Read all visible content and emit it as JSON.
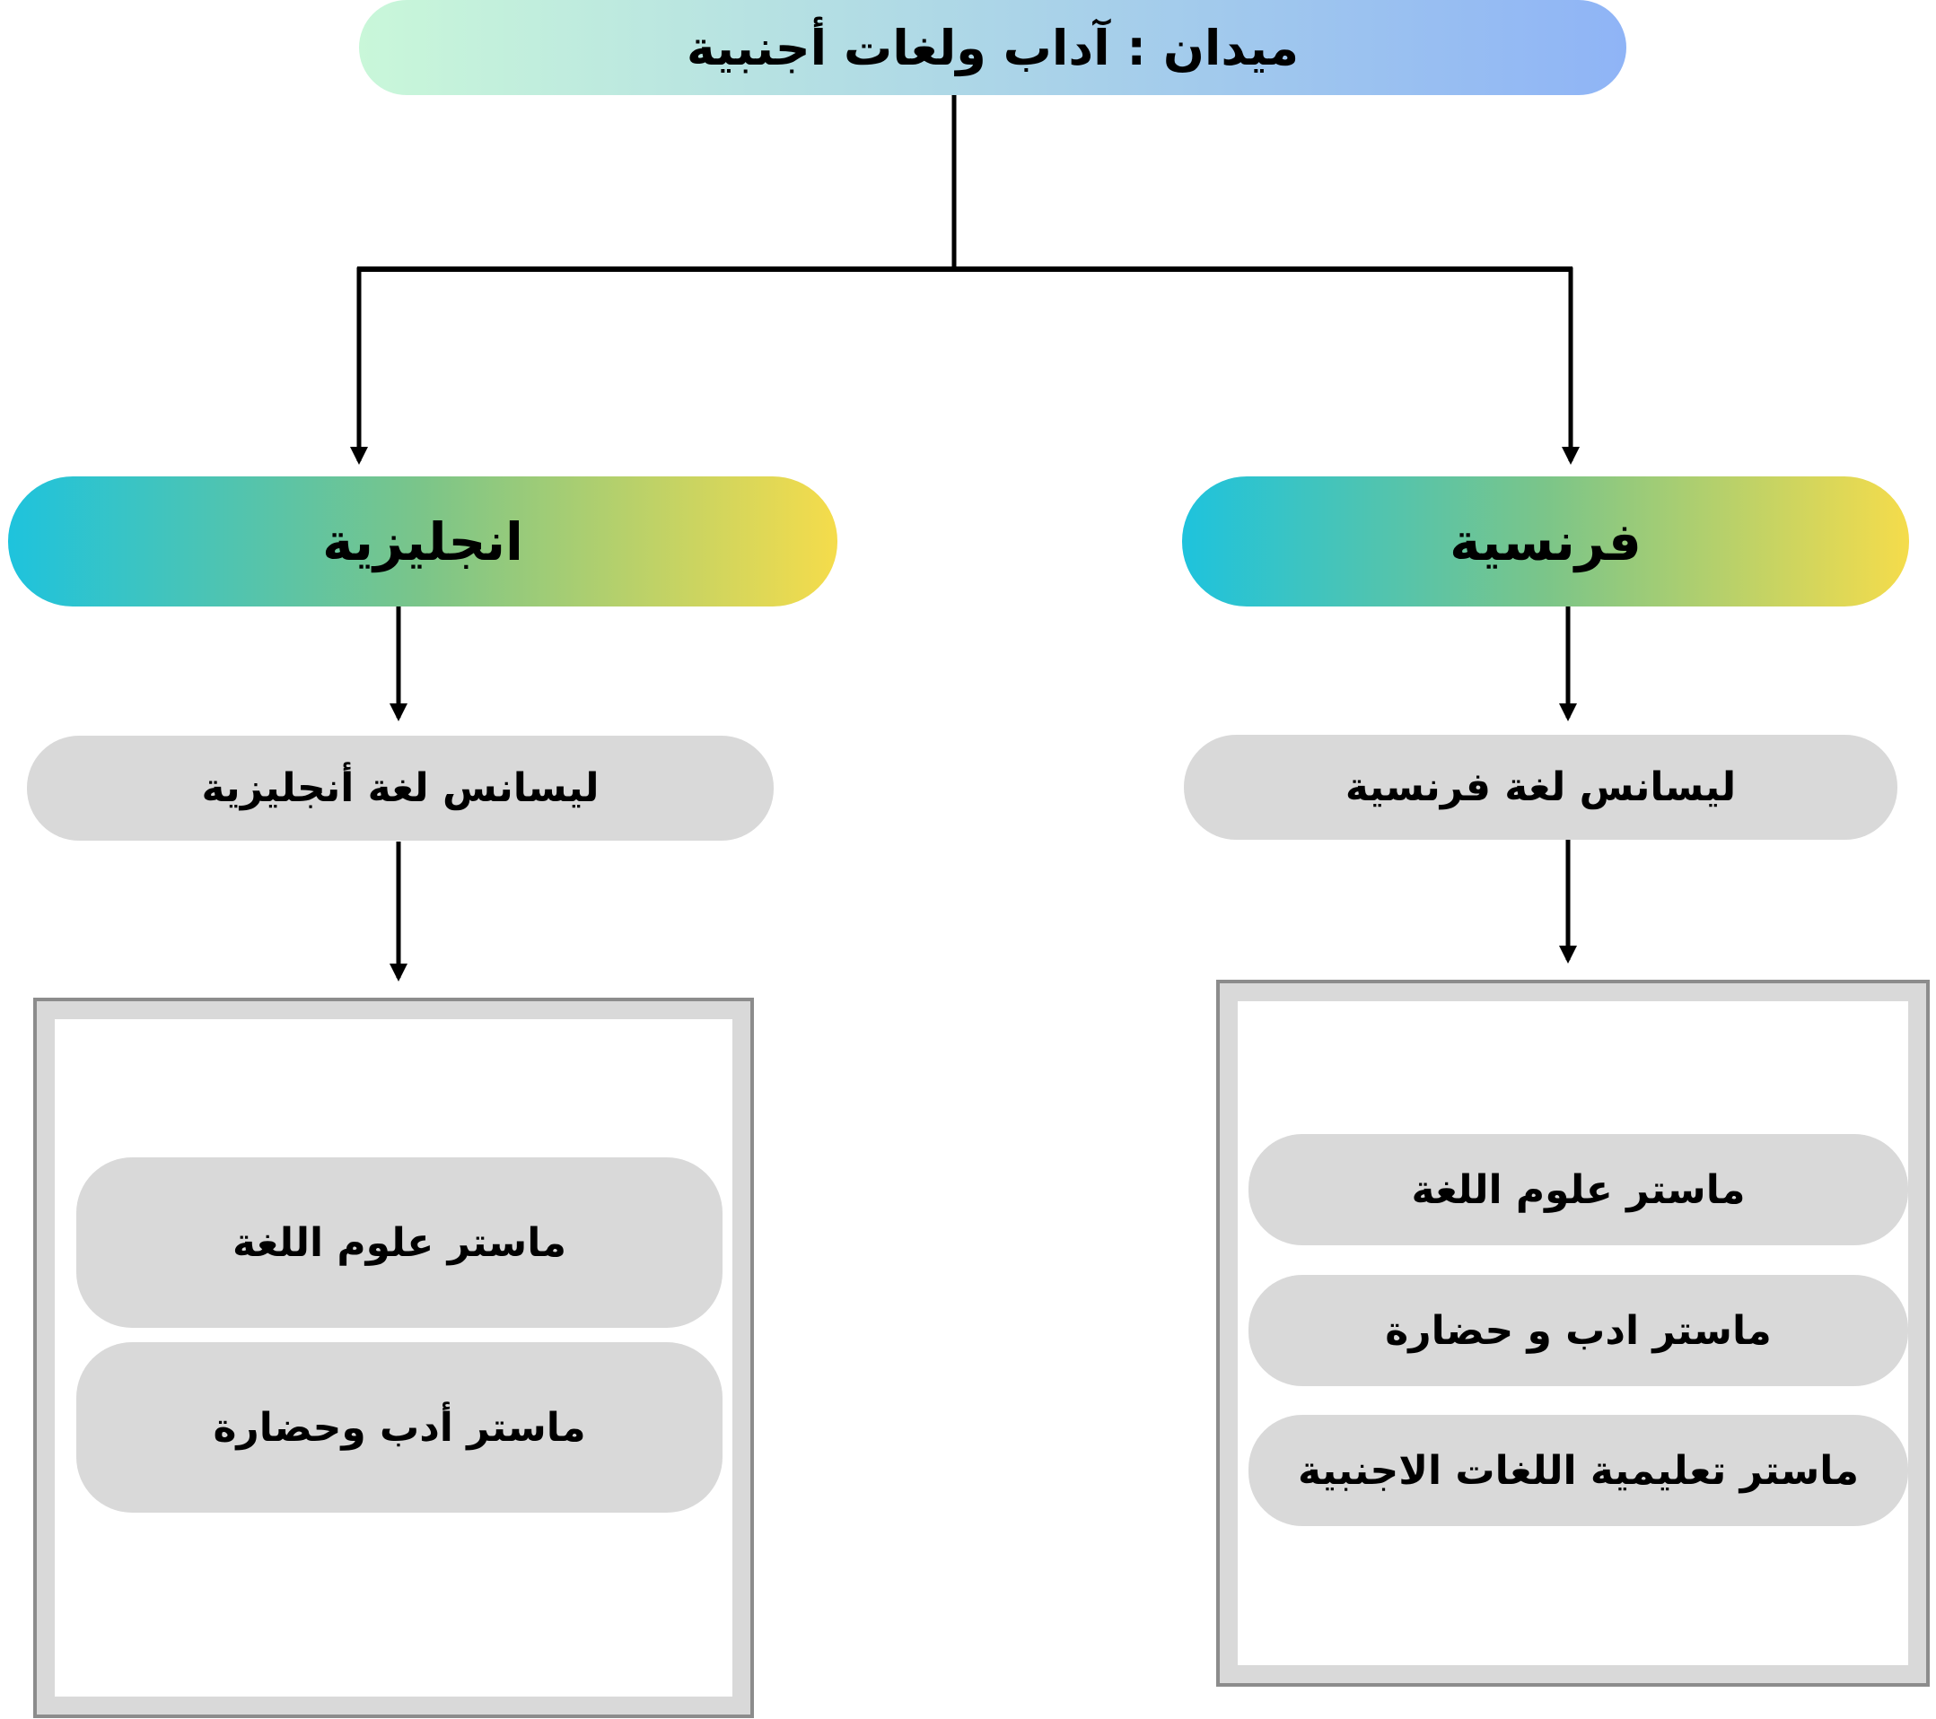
{
  "root": {
    "label": "ميدان : آداب ولغات أجنبية"
  },
  "branches": [
    {
      "label": "انجليزية",
      "license": "ليسانس لغة أنجليزية",
      "masters": [
        "ماستر علوم اللغة",
        "ماستر أدب وحضارة"
      ]
    },
    {
      "label": "فرنسية",
      "license": "ليسانس لغة فرنسية",
      "masters": [
        "ماستر علوم اللغة",
        "ماستر ادب و حضارة",
        "ماستر تعليمية اللغات الاجنبية"
      ]
    }
  ],
  "colors": {
    "root_grad_start": "#c9f7d9",
    "root_grad_end": "#8fb4f6",
    "branch_grad_start": "#1ec3dd",
    "branch_grad_mid": "#7bc589",
    "branch_grad_end": "#f5dc4b",
    "pill_gray": "#d9d9d9",
    "box_frame_outer": "#8c8c8c",
    "box_frame_inner": "#d9d9d9",
    "line_color": "#000000"
  }
}
